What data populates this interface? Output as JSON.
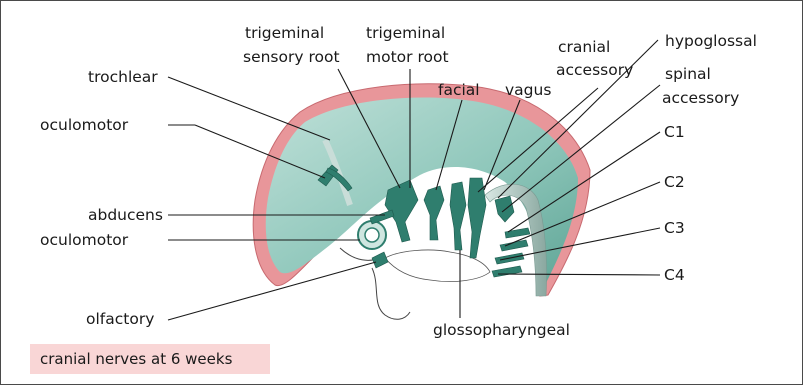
{
  "caption": "cranial nerves at 6 weeks",
  "labels": {
    "trigeminal_sensory": [
      "trigeminal",
      "sensory root"
    ],
    "trigeminal_motor": [
      "trigeminal",
      "motor root"
    ],
    "cranial_accessory": [
      "cranial",
      "accessory"
    ],
    "hypoglossal": "hypoglossal",
    "spinal_accessory": [
      "spinal",
      "accessory"
    ],
    "facial": "facial",
    "vagus": "vagus",
    "trochlear": "trochlear",
    "oculomotor_top": "oculomotor",
    "abducens": "abducens",
    "oculomotor_bottom": "oculomotor",
    "olfactory": "olfactory",
    "glossopharyngeal": "glossopharyngeal",
    "c1": "C1",
    "c2": "C2",
    "c3": "C3",
    "c4": "C4"
  },
  "colors": {
    "embryo_outline": "#e8969a",
    "embryo_fill": "#8fc7bb",
    "nerve": "#2f7e6e",
    "caption_bg": "#f9d6d6"
  }
}
